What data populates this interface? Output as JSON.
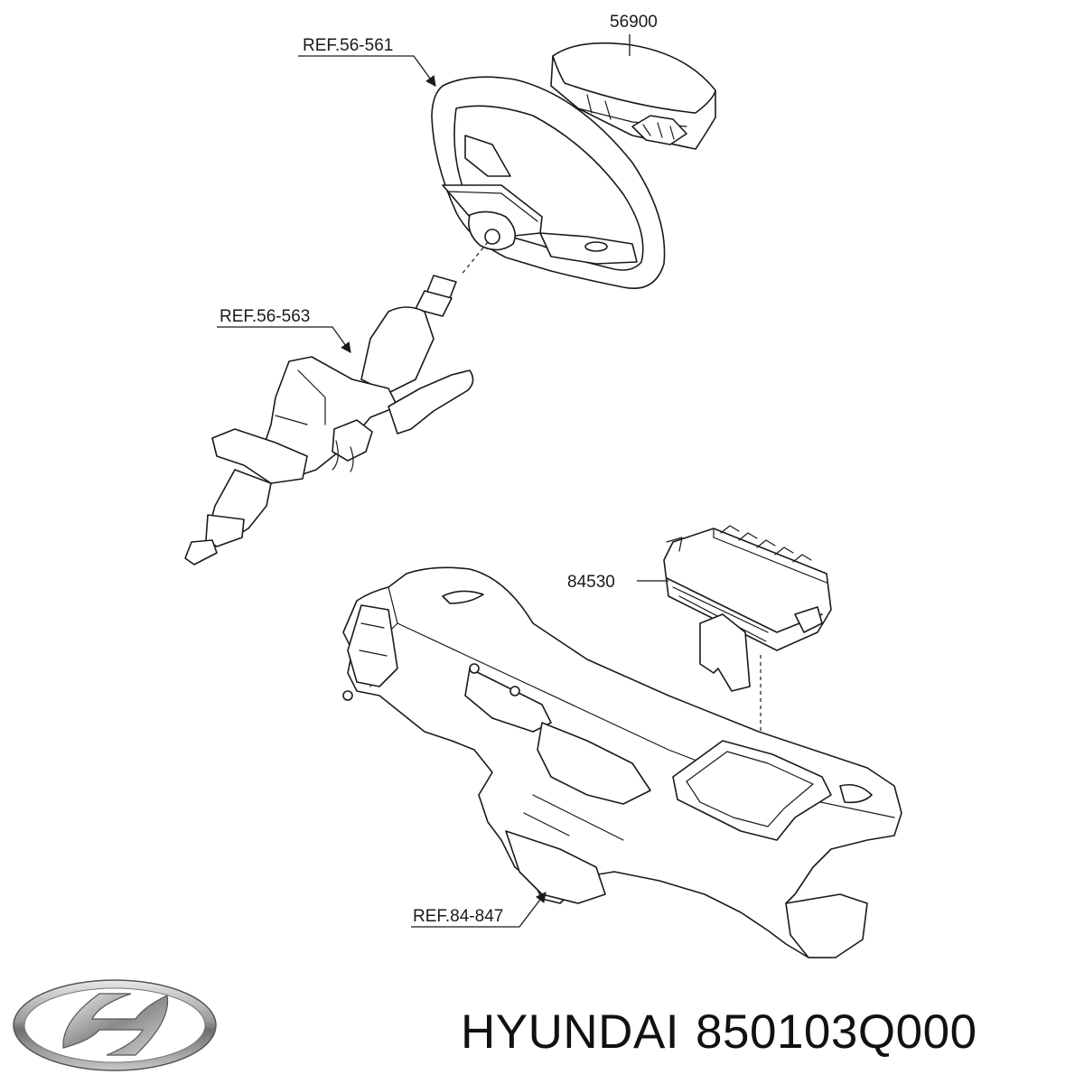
{
  "callouts": {
    "steering_wheel_ref": "REF.56-561",
    "driver_airbag": "56900",
    "steering_column_ref": "REF.56-563",
    "passenger_airbag": "84530",
    "crash_pad_ref": "REF.84-847"
  },
  "footer": {
    "brand": "HYUNDAI",
    "part_number": "850103Q000"
  },
  "logo": {
    "name": "hyundai-logo"
  }
}
